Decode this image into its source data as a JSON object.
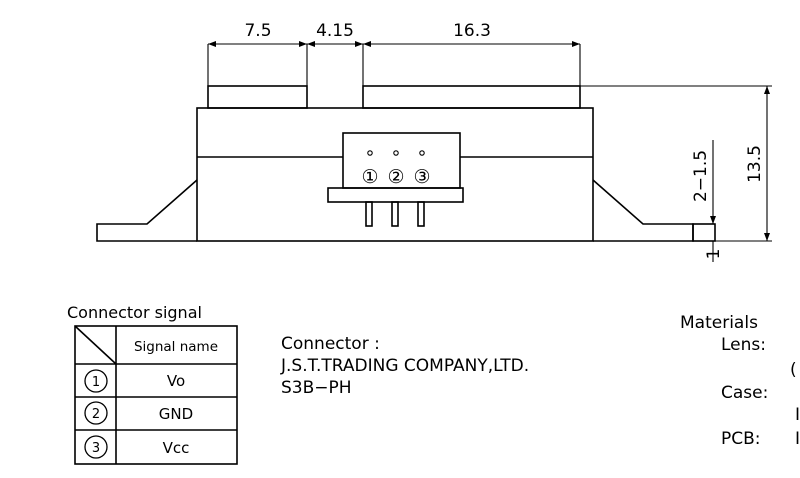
{
  "dimensions": {
    "d1": "7.5",
    "d2": "4.15",
    "d3": "16.3",
    "height": "13.5",
    "lens_gap": "2−1.5",
    "bottom": "1"
  },
  "pin_markers": [
    "①",
    "②",
    "③"
  ],
  "connector_signal": {
    "title": "Connector signal",
    "header": "Signal name",
    "rows": [
      {
        "pin": "1",
        "signal": "Vo"
      },
      {
        "pin": "2",
        "signal": "GND"
      },
      {
        "pin": "3",
        "signal": "Vcc"
      }
    ]
  },
  "connector_info": {
    "label": "Connector :",
    "maker": "J.S.T.TRADING COMPANY,LTD.",
    "part": "S3B−PH"
  },
  "materials": {
    "title": "Materials",
    "items": [
      "Lens:",
      "Case:",
      "PCB:"
    ],
    "fragments": [
      "(",
      "I",
      "I"
    ]
  }
}
